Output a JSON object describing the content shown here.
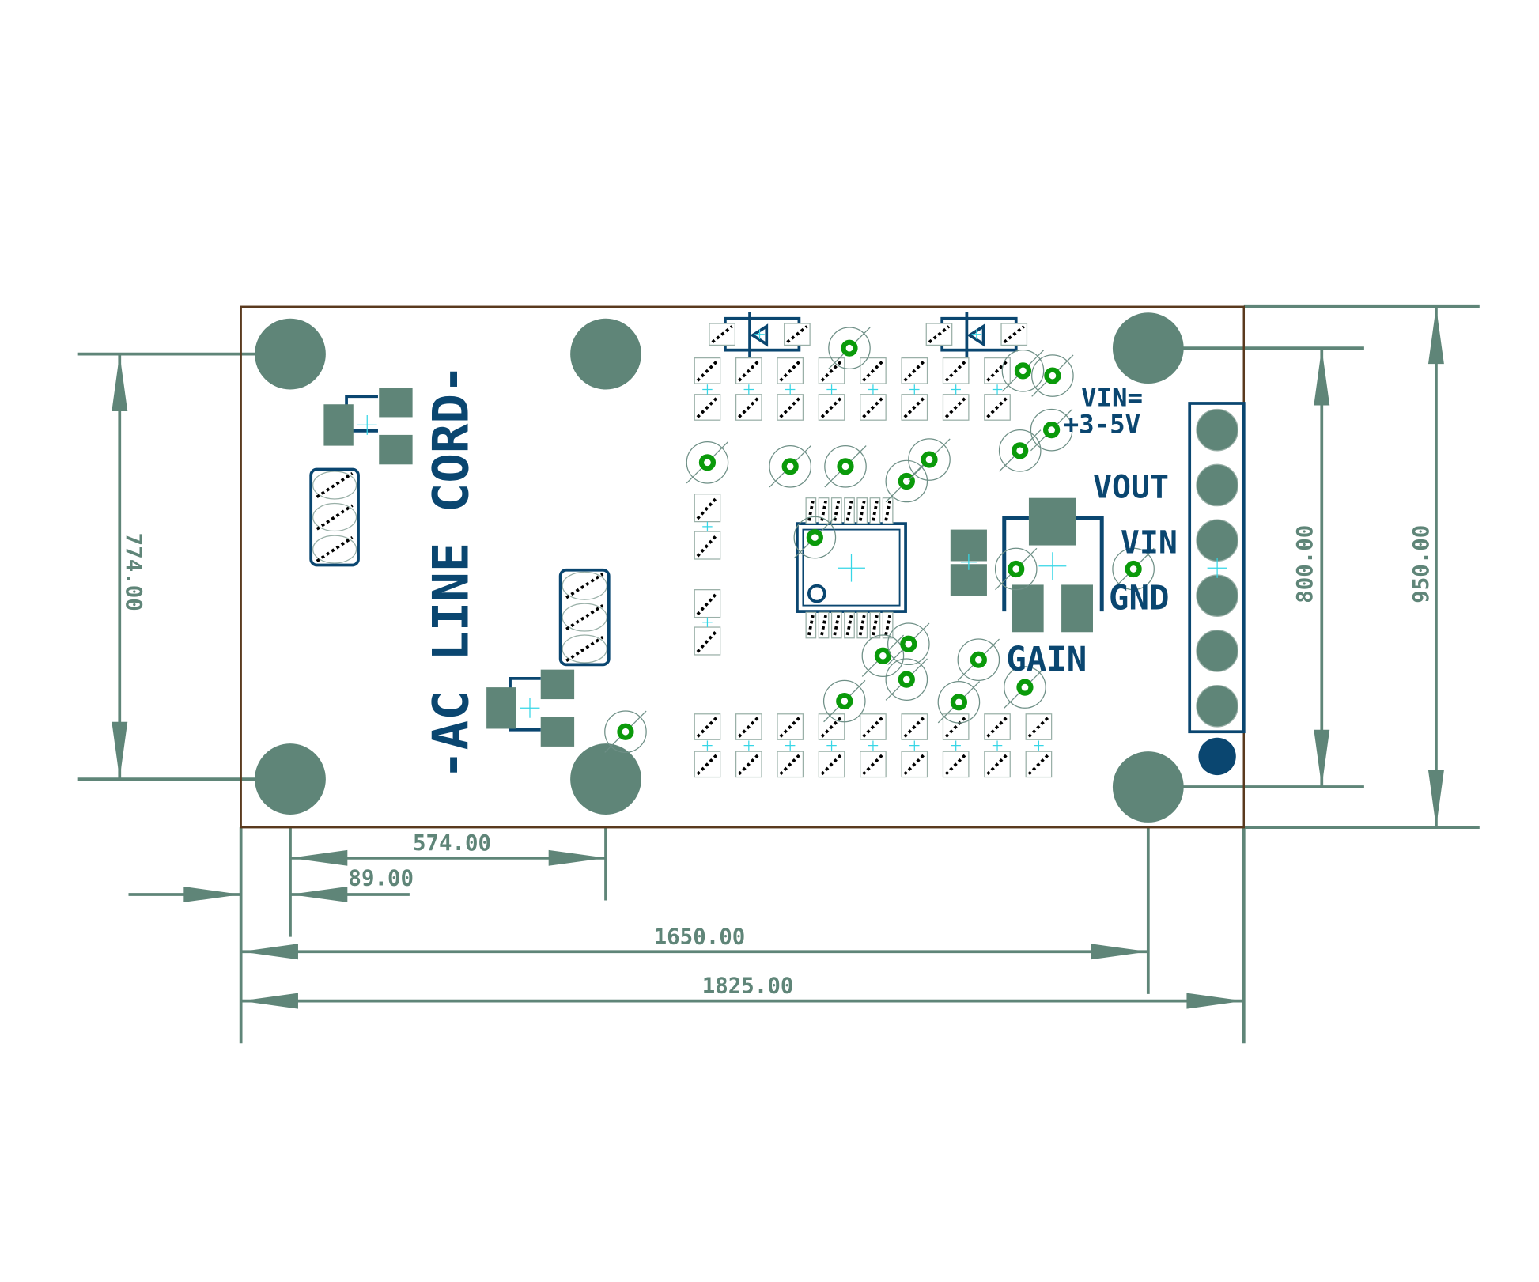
{
  "silkscreen": {
    "ac_line_cord": "-AC LINE CORD-",
    "vin_eq": "VIN=",
    "vin_range": "+3-5V",
    "vout": "VOUT",
    "vin": "VIN",
    "gnd": "GND",
    "gain": "GAIN"
  },
  "dimensions": {
    "hole_spacing_y": "774.00",
    "hole_spacing_y_right": "800.00",
    "board_height": "950.00",
    "hole_spacing_x": "574.00",
    "hole_offset_x": "89.00",
    "hole_span_x": "1650.00",
    "board_width": "1825.00"
  },
  "colors": {
    "pad": "#5f8578",
    "silk": "#0a4670",
    "board_edge": "#5a3a1e",
    "via": "#0a9a0a",
    "origin": "#36d6e6"
  }
}
